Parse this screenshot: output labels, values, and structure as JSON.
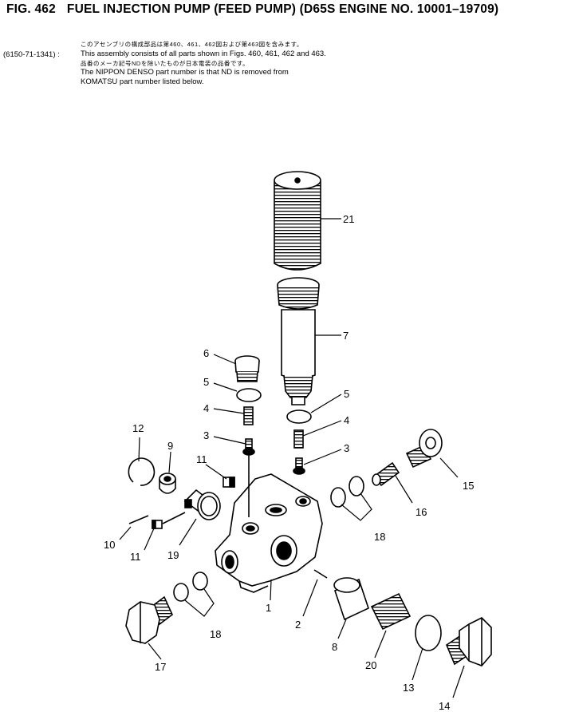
{
  "header": {
    "fig_label": "FIG. 462",
    "title": "FUEL INJECTION PUMP (FEED PUMP) (D65S ENGINE NO. 10001–19709)"
  },
  "assembly": {
    "part_number": "(6150-71-1341) :",
    "notes": [
      "このアセンブリの構成部品は第460、461、462図および第463図を含みます。",
      "This assembly consists of all parts shown in Figs. 460, 461, 462 and 463.",
      "品番のメーカ記号NDを除いたものが日本電装の品番です。",
      "The NIPPON DENSO part number is that ND is removed from",
      "KOMATSU part number listed below."
    ]
  },
  "callouts": [
    {
      "id": "c21",
      "label": "21"
    },
    {
      "id": "c7",
      "label": "7"
    },
    {
      "id": "c6",
      "label": "6"
    },
    {
      "id": "c5a",
      "label": "5"
    },
    {
      "id": "c5b",
      "label": "5"
    },
    {
      "id": "c4a",
      "label": "4"
    },
    {
      "id": "c4b",
      "label": "4"
    },
    {
      "id": "c3a",
      "label": "3"
    },
    {
      "id": "c3b",
      "label": "3"
    },
    {
      "id": "c12",
      "label": "12"
    },
    {
      "id": "c9",
      "label": "9"
    },
    {
      "id": "c11a",
      "label": "11"
    },
    {
      "id": "c11b",
      "label": "11"
    },
    {
      "id": "c10",
      "label": "10"
    },
    {
      "id": "c19",
      "label": "19"
    },
    {
      "id": "c15",
      "label": "15"
    },
    {
      "id": "c16",
      "label": "16"
    },
    {
      "id": "c18a",
      "label": "18"
    },
    {
      "id": "c18b",
      "label": "18"
    },
    {
      "id": "c1",
      "label": "1"
    },
    {
      "id": "c2",
      "label": "2"
    },
    {
      "id": "c8",
      "label": "8"
    },
    {
      "id": "c20",
      "label": "20"
    },
    {
      "id": "c13",
      "label": "13"
    },
    {
      "id": "c14",
      "label": "14"
    },
    {
      "id": "c17",
      "label": "17"
    }
  ]
}
